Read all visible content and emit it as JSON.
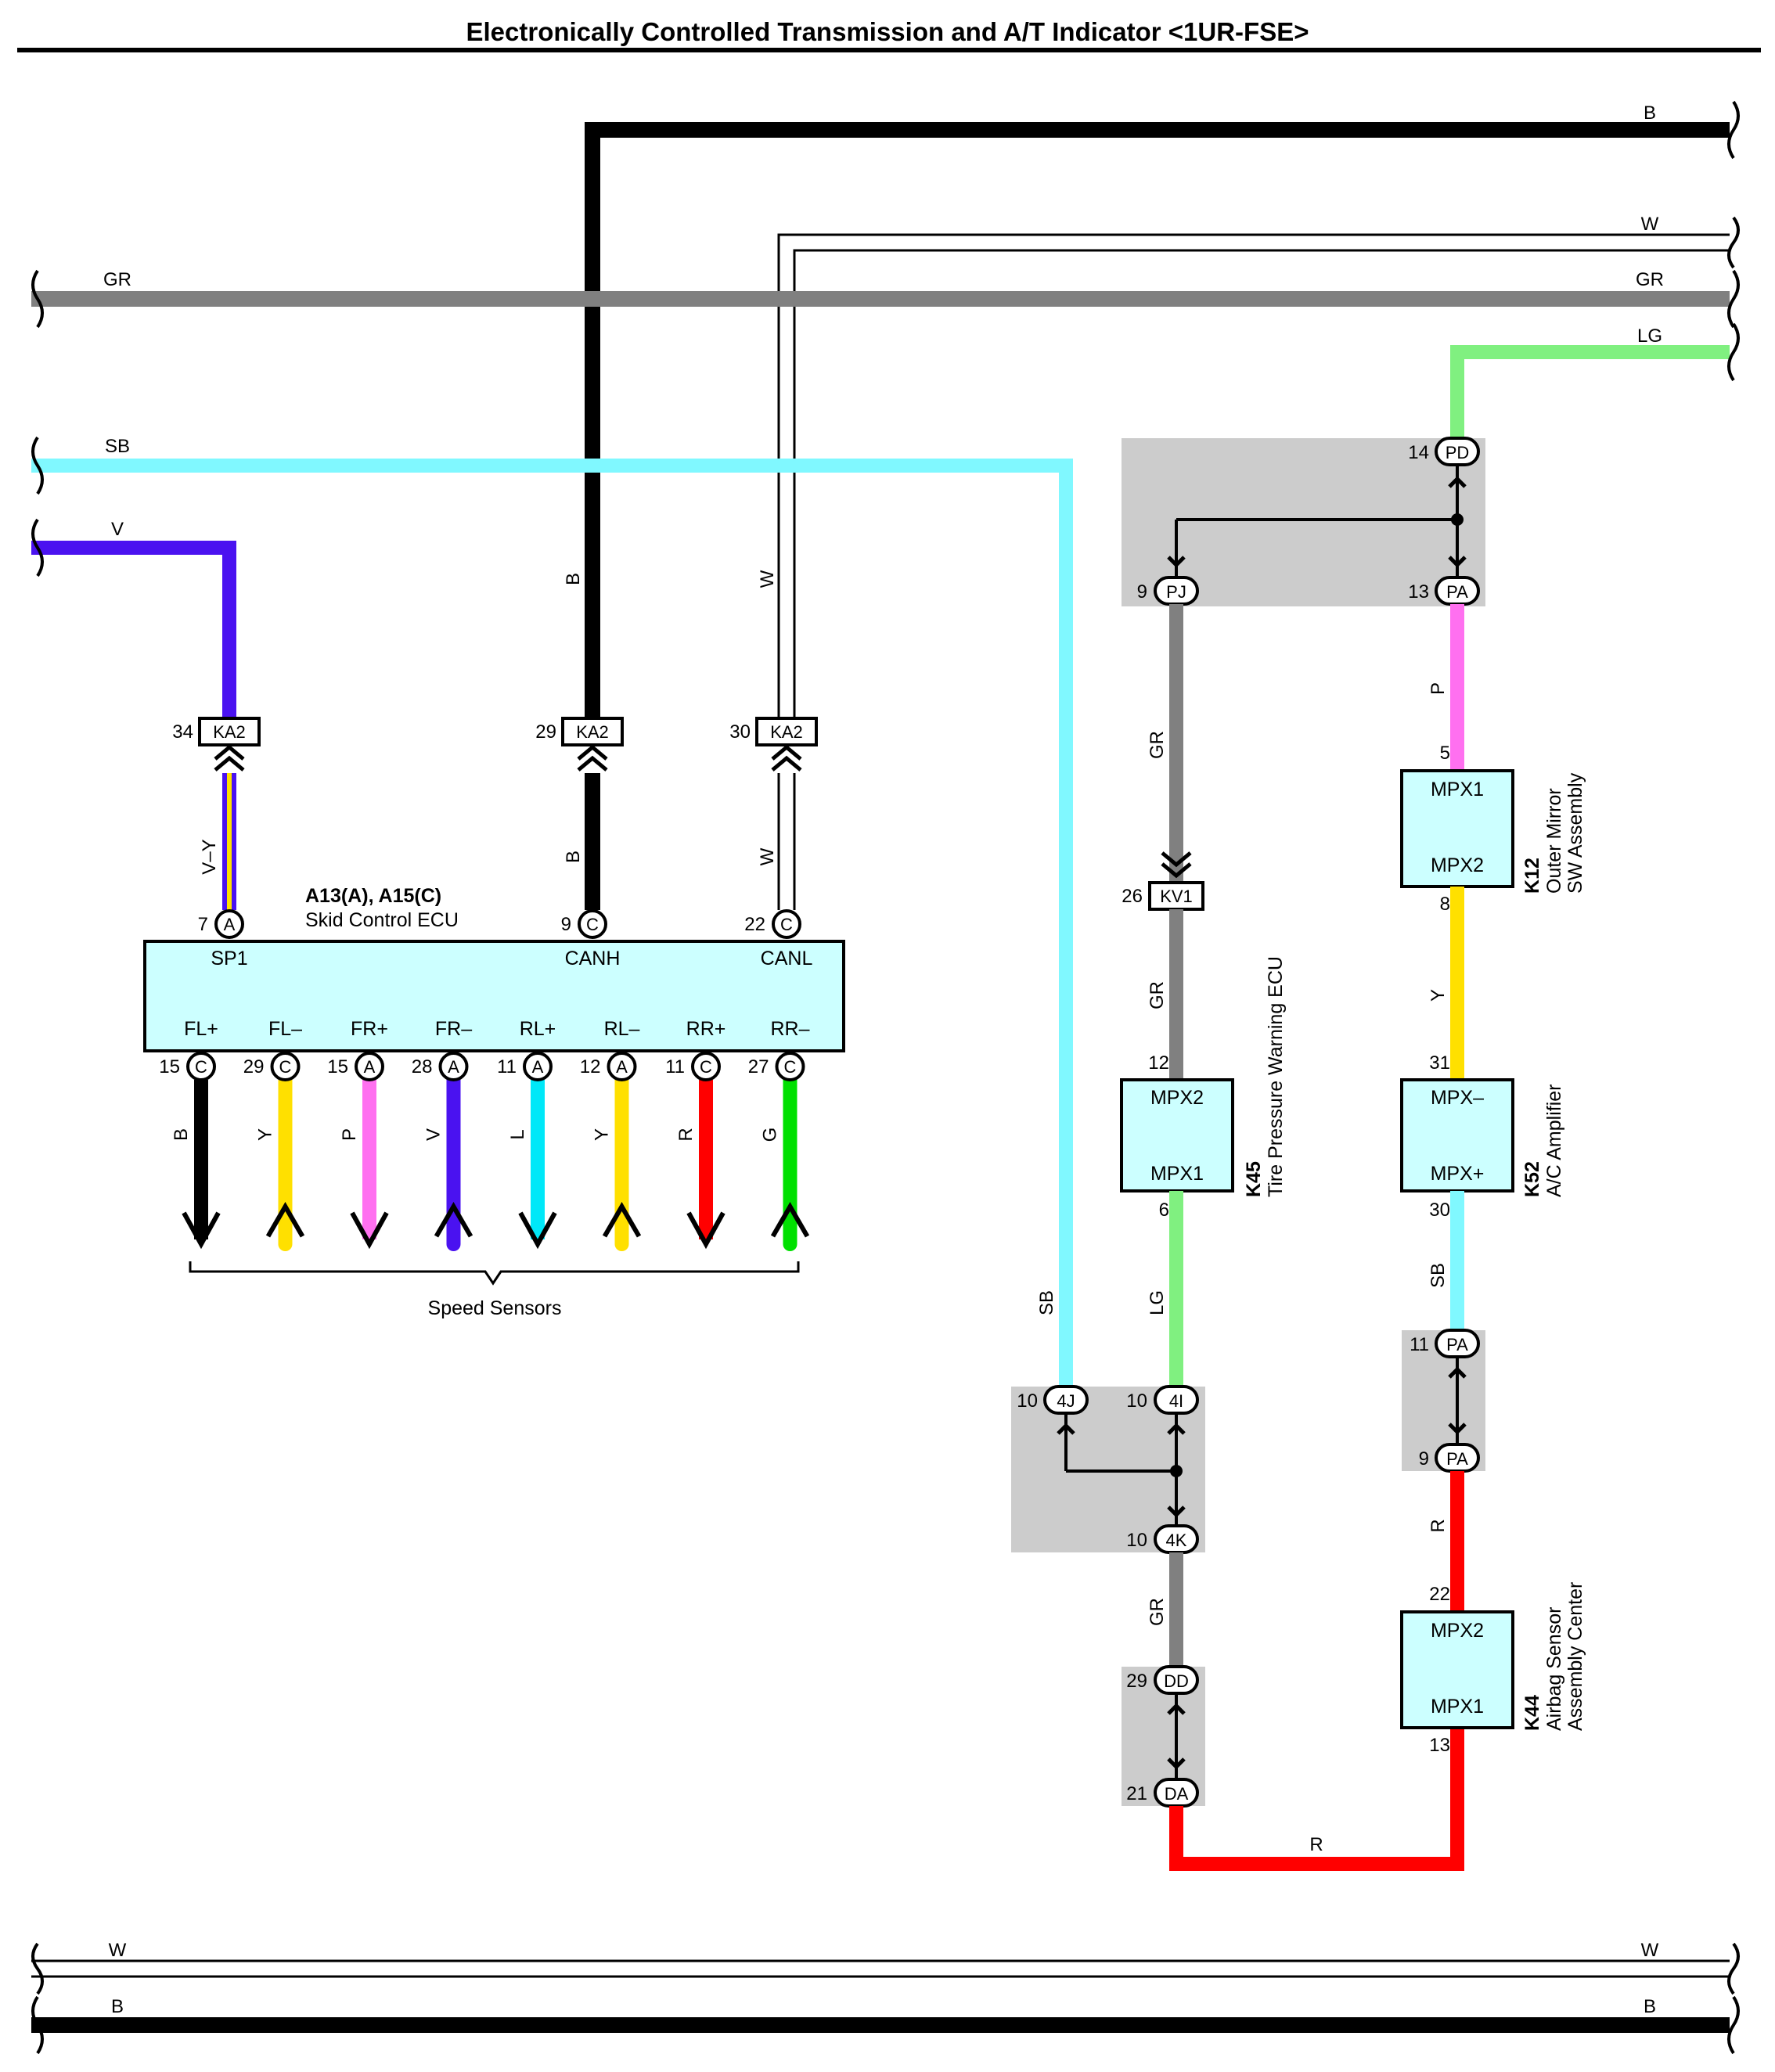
{
  "title": "Electronically Controlled Transmission and A/T Indicator <1UR-FSE>",
  "wire_colors": {
    "B": "#000000",
    "W": "#ffffff",
    "GR": "#808080",
    "LG": "#80f080",
    "SB": "#80f8ff",
    "V": "#4a12f0",
    "Y": "#ffe000",
    "P": "#ff70f0",
    "L": "#00e8f8",
    "R": "#ff0000",
    "G": "#00e000",
    "component_fill": "#ccffff",
    "junction_fill": "#cccccc"
  },
  "bus_labels": {
    "b_top_right": "B",
    "w_top_right": "W",
    "gr_left": "GR",
    "gr_right": "GR",
    "lg_right": "LG",
    "sb_left": "SB",
    "v_left": "V",
    "w_bottom_left": "W",
    "w_bottom_right": "W",
    "b_bottom_left": "B",
    "b_bottom_right": "B"
  },
  "skid_ecu": {
    "code": "A13(A), A15(C)",
    "name": "Skid Control ECU",
    "top_pins": [
      {
        "num": "7",
        "conn": "A",
        "label": "SP1"
      },
      {
        "num": "9",
        "conn": "C",
        "label": "CANH"
      },
      {
        "num": "22",
        "conn": "C",
        "label": "CANL"
      }
    ],
    "bottom_pins": [
      {
        "num": "15",
        "conn": "C",
        "label": "FL+",
        "wire": "B"
      },
      {
        "num": "29",
        "conn": "C",
        "label": "FL–",
        "wire": "Y"
      },
      {
        "num": "15",
        "conn": "A",
        "label": "FR+",
        "wire": "P"
      },
      {
        "num": "28",
        "conn": "A",
        "label": "FR–",
        "wire": "V"
      },
      {
        "num": "11",
        "conn": "A",
        "label": "RL+",
        "wire": "L"
      },
      {
        "num": "12",
        "conn": "A",
        "label": "RL–",
        "wire": "Y"
      },
      {
        "num": "11",
        "conn": "C",
        "label": "RR+",
        "wire": "R"
      },
      {
        "num": "27",
        "conn": "C",
        "label": "RR–",
        "wire": "G"
      }
    ],
    "speed_sensors_label": "Speed Sensors"
  },
  "ka2_connectors": [
    {
      "num": "34",
      "name": "KA2",
      "wire_above": "V",
      "wire_below": "V–Y"
    },
    {
      "num": "29",
      "name": "KA2",
      "wire_above": "B",
      "wire_below": "B"
    },
    {
      "num": "30",
      "name": "KA2",
      "wire_above": "W",
      "wire_below": "W"
    }
  ],
  "junction_top": {
    "pd": {
      "num": "14",
      "name": "PD"
    },
    "pj": {
      "num": "9",
      "name": "PJ"
    },
    "pa": {
      "num": "13",
      "name": "PA"
    }
  },
  "kv1": {
    "num": "26",
    "name": "KV1"
  },
  "k45": {
    "code": "K45",
    "name": "Tire Pressure Warning ECU",
    "top_label": "MPX2",
    "bottom_label": "MPX1",
    "top_pin": "12",
    "bottom_pin": "6"
  },
  "k12": {
    "code": "K12",
    "name_line1": "Outer Mirror",
    "name_line2": "SW Assembly",
    "top_label": "MPX1",
    "bottom_label": "MPX2",
    "top_pin": "5",
    "bottom_pin": "8"
  },
  "k52": {
    "code": "K52",
    "name": "A/C Amplifier",
    "top_label": "MPX–",
    "bottom_label": "MPX+",
    "top_pin": "31",
    "bottom_pin": "30"
  },
  "k44": {
    "code": "K44",
    "name_line1": "Airbag Sensor",
    "name_line2": "Assembly Center",
    "top_label": "MPX2",
    "bottom_label": "MPX1",
    "top_pin": "22",
    "bottom_pin": "13"
  },
  "junction_mid": {
    "j4j": {
      "num": "10",
      "name": "4J"
    },
    "j4i": {
      "num": "10",
      "name": "4I"
    },
    "j4k": {
      "num": "10",
      "name": "4K"
    }
  },
  "junction_pa": {
    "upper": {
      "num": "11",
      "name": "PA"
    },
    "lower": {
      "num": "9",
      "name": "PA"
    }
  },
  "junction_dd": {
    "dd": {
      "num": "29",
      "name": "DD"
    },
    "da": {
      "num": "21",
      "name": "DA"
    }
  },
  "vertical_wire_labels": {
    "ka2_b_above": "B",
    "ka2_w_above": "W",
    "sb_drop": "SB",
    "pj_gr": "GR",
    "kv1_gr": "GR",
    "k45_lg": "LG",
    "mid_gr": "GR",
    "pa_p": "P",
    "k12_y": "Y",
    "k52_sb": "SB",
    "pa_r": "R"
  },
  "bottom_r_label": "R"
}
